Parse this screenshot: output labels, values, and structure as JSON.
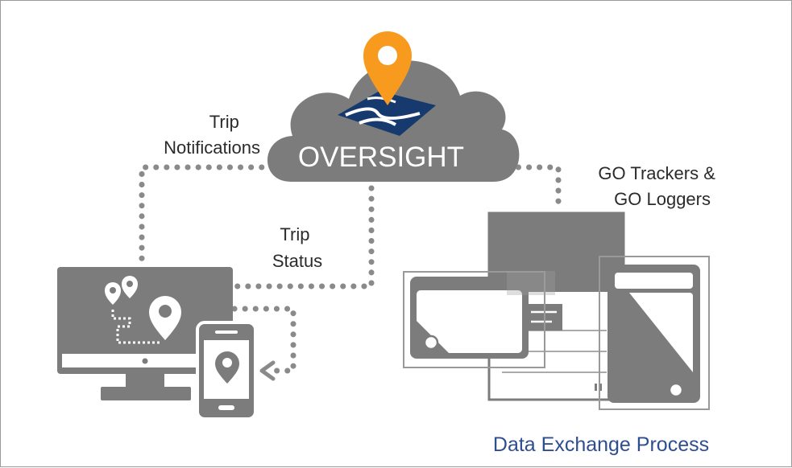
{
  "cloud": {
    "title": "OVERSIGHT"
  },
  "labels": {
    "trip_notifications": [
      "Trip",
      "Notifications"
    ],
    "trip_status": [
      "Trip",
      "Status"
    ],
    "go_devices": [
      "GO Trackers &",
      "GO Loggers"
    ]
  },
  "caption": "Data Exchange Process",
  "colors": {
    "gray": "#7c7c7c",
    "orange": "#f79a1e",
    "navy": "#173a6e",
    "caption_blue": "#2f4e8f",
    "dots": "#8a8a8a"
  },
  "icons": [
    "map-pin-icon",
    "map-icon",
    "monitor-icon",
    "smartphone-icon",
    "tracker-device-icon",
    "logger-device-icon"
  ]
}
